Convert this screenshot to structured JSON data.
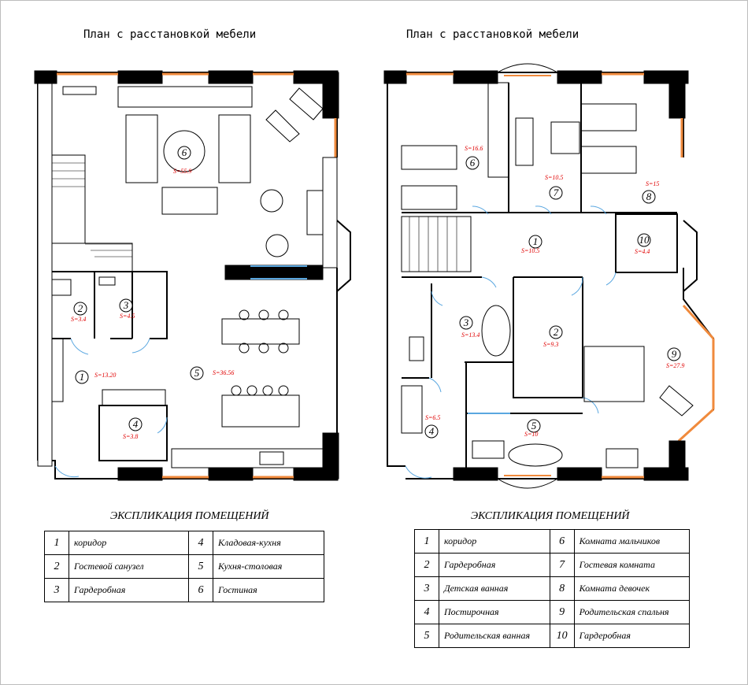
{
  "plans": [
    {
      "title": "План с расстановкой мебели"
    },
    {
      "title": "План с расстановкой мебели"
    }
  ],
  "first_floor": {
    "rooms": [
      {
        "num": "6",
        "area": "S=55.9"
      },
      {
        "num": "2",
        "area": "S=3.4"
      },
      {
        "num": "3",
        "area": "S=4.5"
      },
      {
        "num": "1",
        "area": "S=13.20"
      },
      {
        "num": "5",
        "area": "S=36.56"
      },
      {
        "num": "4",
        "area": "S=3.8"
      }
    ],
    "explication": {
      "title": "ЭКСПЛИКАЦИЯ ПОМЕЩЕНИЙ",
      "rows": [
        {
          "n1": "1",
          "l1": "коридор",
          "n2": "4",
          "l2": "Кладовая-кухня"
        },
        {
          "n1": "2",
          "l1": "Гостевой санузел",
          "n2": "5",
          "l2": "Кухня-столовая"
        },
        {
          "n1": "3",
          "l1": "Гардеробная",
          "n2": "6",
          "l2": "Гостиная"
        }
      ]
    }
  },
  "second_floor": {
    "rooms": [
      {
        "num": "6",
        "area": "S=16.6"
      },
      {
        "num": "7",
        "area": "S=10.5"
      },
      {
        "num": "8",
        "area": "S=15"
      },
      {
        "num": "1",
        "area": "S=10.5"
      },
      {
        "num": "10",
        "area": "S=4.4"
      },
      {
        "num": "3",
        "area": "S=13.4"
      },
      {
        "num": "2",
        "area": "S=9.3"
      },
      {
        "num": "9",
        "area": "S=27.9"
      },
      {
        "num": "4",
        "area": "S=6.5"
      },
      {
        "num": "5",
        "area": "S=10"
      }
    ],
    "explication": {
      "title": "ЭКСПЛИКАЦИЯ ПОМЕЩЕНИЙ",
      "rows": [
        {
          "n1": "1",
          "l1": "коридор",
          "n2": "6",
          "l2": "Комната мальчиков"
        },
        {
          "n1": "2",
          "l1": "Гардеробная",
          "n2": "7",
          "l2": "Гостевая комната"
        },
        {
          "n1": "3",
          "l1": "Детская ванная",
          "n2": "8",
          "l2": "Комната девочек"
        },
        {
          "n1": "4",
          "l1": "Постирочная",
          "n2": "9",
          "l2": "Родительская спальня"
        },
        {
          "n1": "5",
          "l1": "Родительская ванная",
          "n2": "10",
          "l2": "Гардеробная"
        }
      ]
    }
  },
  "colors": {
    "wall": "#000000",
    "window": "#f08a3c",
    "door": "#5aa7e0",
    "area": "#e00000"
  }
}
